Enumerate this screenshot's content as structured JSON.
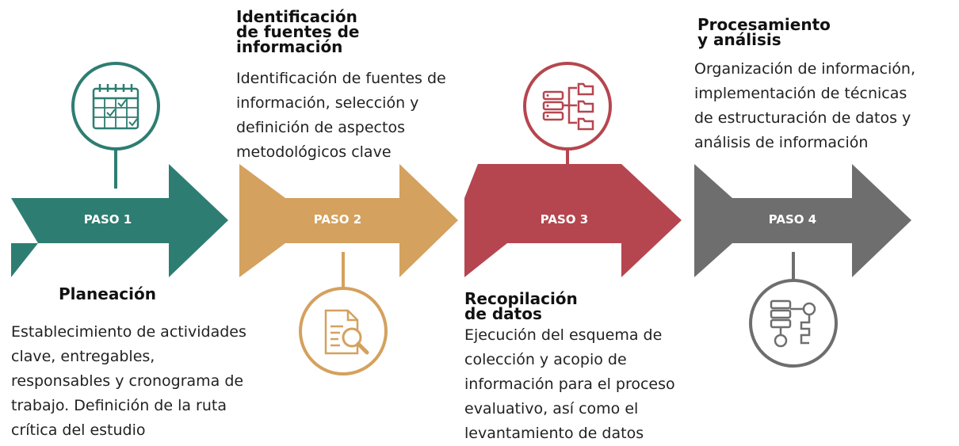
{
  "steps": [
    {
      "label": "PASO 1",
      "title": "Planeación",
      "desc": [
        "Establecimiento de actividades",
        "clave, entregables,",
        "responsables y cronograma de",
        "trabajo. Definición de la ruta",
        "crítica del estudio"
      ],
      "color": "#2e7d72",
      "icon": "calendar-icon"
    },
    {
      "label": "PASO 2",
      "title": [
        "Identificación",
        "de fuentes de",
        "información"
      ],
      "desc": [
        "Identificación de fuentes de",
        "información, selección y",
        "definición de aspectos",
        "metodológicos clave"
      ],
      "color": "#d4a15e",
      "icon": "document-search-icon"
    },
    {
      "label": "PASO 3",
      "title": [
        "Recopilación",
        "de datos"
      ],
      "desc": [
        "Ejecución del esquema de",
        "colección y acopio de",
        "información para el proceso",
        "evaluativo, así como el",
        "levantamiento de datos"
      ],
      "color": "#b5464f",
      "icon": "server-folders-icon"
    },
    {
      "label": "PASO 4",
      "title": [
        "Procesamiento",
        "y análisis"
      ],
      "desc": [
        "Organización de información,",
        "implementación de técnicas",
        "de estructuración de datos y",
        "análisis de información"
      ],
      "color": "#6e6e6e",
      "icon": "data-processing-icon"
    }
  ]
}
